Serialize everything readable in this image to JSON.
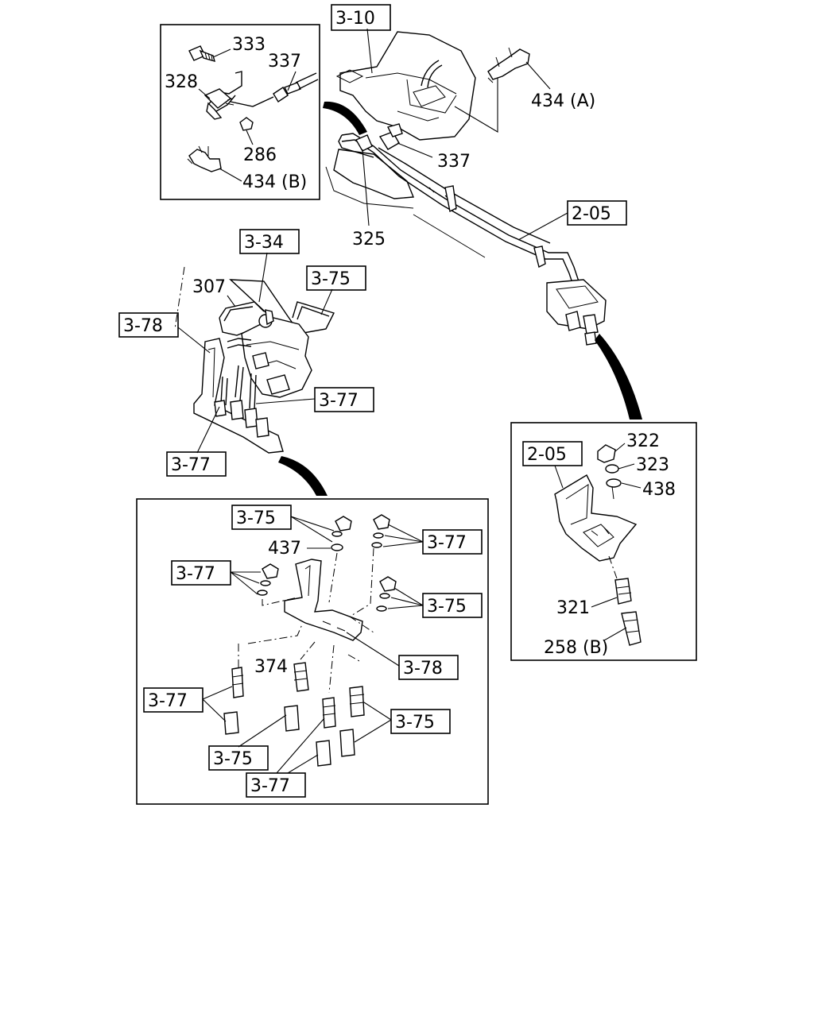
{
  "refs": {
    "r_3_10": "3-10",
    "r_2_05_main": "2-05",
    "r_3_34": "3-34",
    "r_3_75_top": "3-75",
    "r_3_78_left": "3-78",
    "r_3_77_right": "3-77",
    "r_3_77_bottom": "3-77",
    "r_2_05_inset": "2-05",
    "r_3_75_a": "3-75",
    "r_3_77_a": "3-77",
    "r_3_77_b": "3-77",
    "r_3_75_b": "3-75",
    "r_3_78_inset": "3-78",
    "r_3_77_c": "3-77",
    "r_3_75_c": "3-75",
    "r_3_75_d": "3-75",
    "r_3_77_d": "3-77"
  },
  "parts": {
    "p333": "333",
    "p337_inset": "337",
    "p328": "328",
    "p286": "286",
    "p434b": "434 (B)",
    "p434a": "434 (A)",
    "p337_main": "337",
    "p325": "325",
    "p307": "307",
    "p322": "322",
    "p323": "323",
    "p438": "438",
    "p321": "321",
    "p258b": "258 (B)",
    "p437": "437",
    "p374": "374"
  }
}
